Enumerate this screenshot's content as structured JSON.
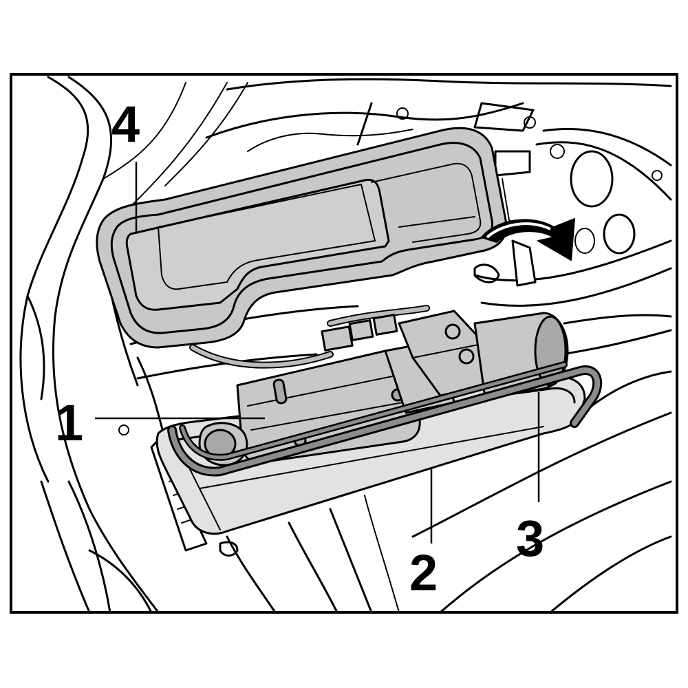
{
  "figure": {
    "callouts": [
      {
        "id": "1",
        "label": "1"
      },
      {
        "id": "2",
        "label": "2"
      },
      {
        "id": "3",
        "label": "3"
      },
      {
        "id": "4",
        "label": "4"
      }
    ]
  },
  "colors": {
    "line": "#000000",
    "background": "#ffffff",
    "part_fill": "#c8c8c8",
    "part_dark": "#a9a9a9",
    "part_light": "#e2e2e2"
  }
}
